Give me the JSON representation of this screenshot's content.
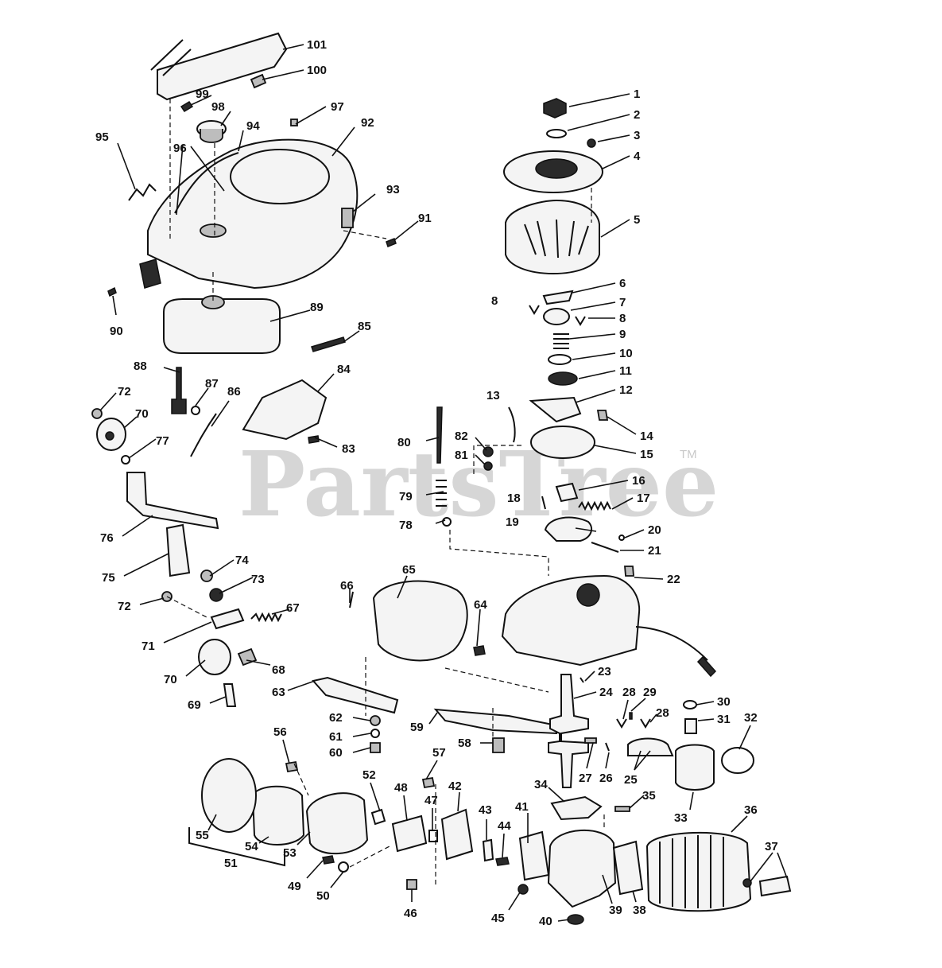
{
  "watermark": {
    "text": "PartsTree",
    "tm": "TM"
  },
  "callouts": [
    "1",
    "2",
    "3",
    "4",
    "5",
    "6",
    "7",
    "8",
    "8",
    "9",
    "10",
    "11",
    "12",
    "13",
    "14",
    "15",
    "16",
    "17",
    "18",
    "19",
    "20",
    "21",
    "22",
    "23",
    "24",
    "25",
    "26",
    "27",
    "28",
    "28",
    "29",
    "30",
    "31",
    "32",
    "33",
    "34",
    "35",
    "36",
    "37",
    "38",
    "39",
    "40",
    "41",
    "42",
    "43",
    "44",
    "45",
    "46",
    "47",
    "48",
    "49",
    "50",
    "51",
    "52",
    "53",
    "54",
    "55",
    "56",
    "57",
    "58",
    "59",
    "60",
    "61",
    "62",
    "63",
    "64",
    "65",
    "66",
    "67",
    "68",
    "69",
    "70",
    "70",
    "71",
    "72",
    "72",
    "73",
    "74",
    "75",
    "76",
    "77",
    "78",
    "79",
    "80",
    "81",
    "82",
    "83",
    "84",
    "85",
    "86",
    "87",
    "88",
    "89",
    "90",
    "91",
    "92",
    "93",
    "94",
    "95",
    "96",
    "97",
    "98",
    "99",
    "100",
    "101"
  ]
}
